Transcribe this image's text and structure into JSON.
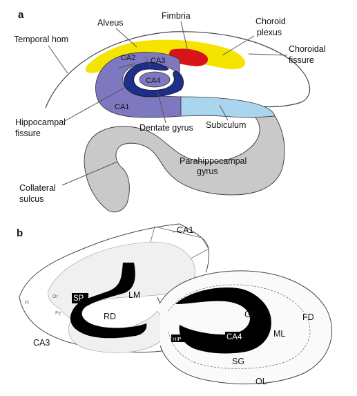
{
  "panel_a": {
    "letter": "a",
    "labels": {
      "temporal_horn": "Temporal hom",
      "alveus": "Alveus",
      "fimbria": "Fimbria",
      "choroid_plexus_1": "Choroid",
      "choroid_plexus_2": "plexus",
      "choroidal_fissure_1": "Choroidal",
      "choroidal_fissure_2": "fissure",
      "ca2": "CA2",
      "ca3": "CA3",
      "ca4": "CA4",
      "ca1": "CA1",
      "hippocampal_fissure_1": "Hippocampal",
      "hippocampal_fissure_2": "fissure",
      "dentate_gyrus": "Dentate gyrus",
      "subiculum": "Subiculum",
      "parahippocampal_1": "Parahippocampal",
      "parahippocampal_2": "gyrus",
      "collateral_sulcus_1": "Collateral",
      "collateral_sulcus_2": "sulcus"
    },
    "colors": {
      "alveus_yellow": "#f5e400",
      "fimbria_red": "#d8141a",
      "cornu_purple": "#7d78bf",
      "dentate_navy": "#1d2f8a",
      "subiculum_blue": "#a9d6ee",
      "parahippocampal_gray": "#c9c9c9"
    }
  },
  "panel_b": {
    "letter": "b",
    "labels": {
      "ca1": "CA1",
      "ca3": "CA3",
      "ca4": "CA4",
      "sp": "SP",
      "lm": "LM",
      "rd": "RD",
      "gc": "GC",
      "ml": "ML",
      "fd": "FD",
      "sg": "SG",
      "ol": "OL",
      "hip": "HIP",
      "fi": "Fi",
      "or": "Or",
      "py": "Py"
    }
  }
}
